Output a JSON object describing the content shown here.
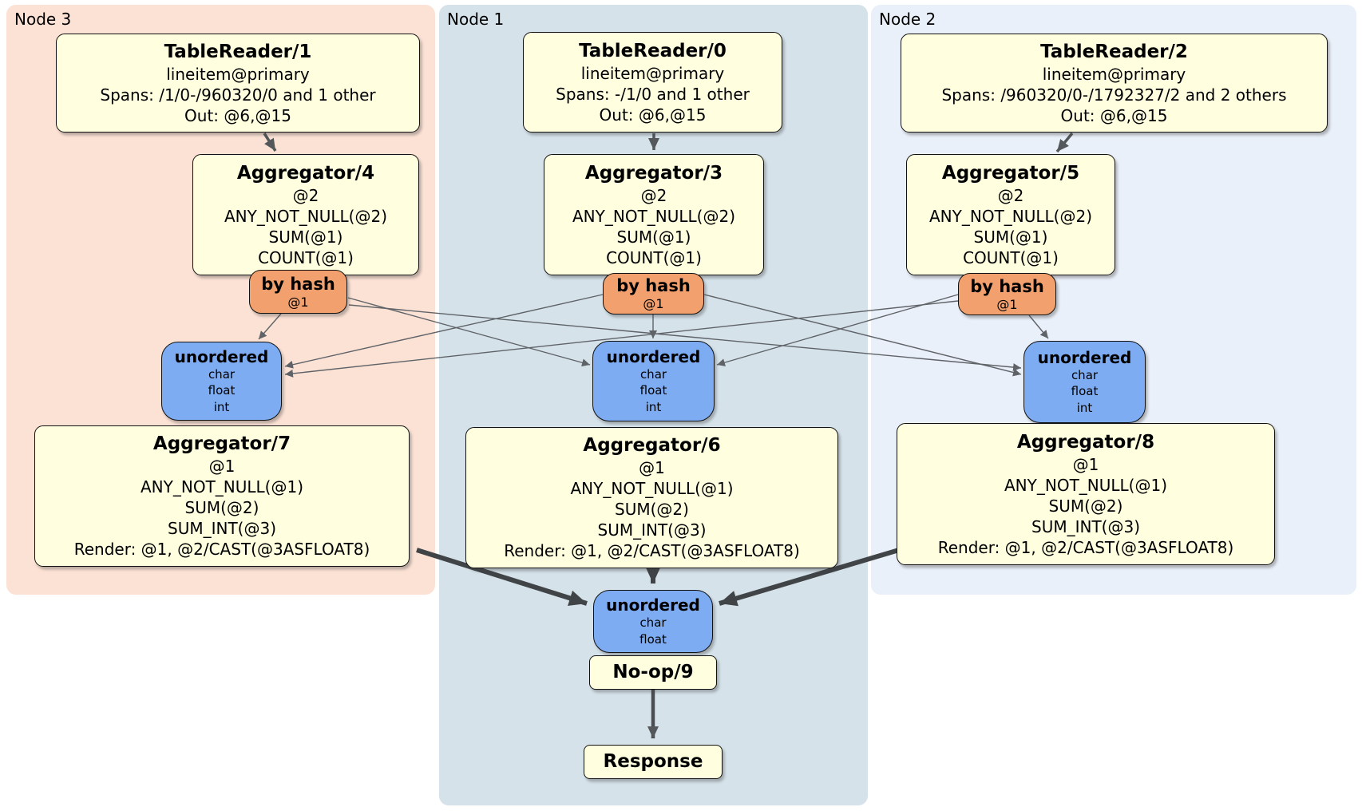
{
  "regions": [
    {
      "label": "Node 3"
    },
    {
      "label": "Node 1"
    },
    {
      "label": "Node 2"
    }
  ],
  "processors": {
    "tr1": {
      "title": "TableReader/1",
      "lines": [
        "lineitem@primary",
        "Spans: /1/0-/960320/0 and 1 other",
        "Out: @6,@15"
      ]
    },
    "tr0": {
      "title": "TableReader/0",
      "lines": [
        "lineitem@primary",
        "Spans: -/1/0 and 1 other",
        "Out: @6,@15"
      ]
    },
    "tr2": {
      "title": "TableReader/2",
      "lines": [
        "lineitem@primary",
        "Spans: /960320/0-/1792327/2 and 2 others",
        "Out: @6,@15"
      ]
    },
    "agg4": {
      "title": "Aggregator/4",
      "lines": [
        "@2",
        "ANY_NOT_NULL(@2)",
        "SUM(@1)",
        "COUNT(@1)"
      ]
    },
    "agg3": {
      "title": "Aggregator/3",
      "lines": [
        "@2",
        "ANY_NOT_NULL(@2)",
        "SUM(@1)",
        "COUNT(@1)"
      ]
    },
    "agg5": {
      "title": "Aggregator/5",
      "lines": [
        "@2",
        "ANY_NOT_NULL(@2)",
        "SUM(@1)",
        "COUNT(@1)"
      ]
    },
    "agg7": {
      "title": "Aggregator/7",
      "lines": [
        "@1",
        "ANY_NOT_NULL(@1)",
        "SUM(@2)",
        "SUM_INT(@3)",
        "Render: @1, @2/CAST(@3ASFLOAT8)"
      ]
    },
    "agg6": {
      "title": "Aggregator/6",
      "lines": [
        "@1",
        "ANY_NOT_NULL(@1)",
        "SUM(@2)",
        "SUM_INT(@3)",
        "Render: @1, @2/CAST(@3ASFLOAT8)"
      ]
    },
    "agg8": {
      "title": "Aggregator/8",
      "lines": [
        "@1",
        "ANY_NOT_NULL(@1)",
        "SUM(@2)",
        "SUM_INT(@3)",
        "Render: @1, @2/CAST(@3ASFLOAT8)"
      ]
    },
    "noop": {
      "title": "No-op/9"
    },
    "response": {
      "title": "Response"
    }
  },
  "routers": {
    "r3": {
      "label": "by hash",
      "sub": "@1"
    },
    "r1": {
      "label": "by hash",
      "sub": "@1"
    },
    "r2": {
      "label": "by hash",
      "sub": "@1"
    }
  },
  "syncs": {
    "s3": {
      "label": "unordered",
      "items": [
        "char",
        "float",
        "int"
      ]
    },
    "s1": {
      "label": "unordered",
      "items": [
        "char",
        "float",
        "int"
      ]
    },
    "s2": {
      "label": "unordered",
      "items": [
        "char",
        "float",
        "int"
      ]
    },
    "sf": {
      "label": "unordered",
      "items": [
        "char",
        "float"
      ]
    }
  },
  "colors": {
    "node3_bg": "#fce2d5",
    "node1_bg": "#d5e2ea",
    "node2_bg": "#eaf0f9",
    "processor_fill": "#ffffe0",
    "router_fill": "#f2a06e",
    "sync_fill": "#7dacf2",
    "edge_thin": "#5f6368",
    "edge_arrow": "#54585a",
    "edge_thick": "#404447"
  }
}
